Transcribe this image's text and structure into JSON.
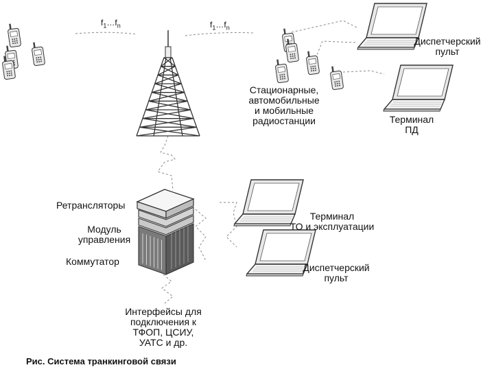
{
  "freq_left": {
    "f1": "f",
    "s1": "1",
    "dots": "…",
    "fn": "f",
    "sn": "n"
  },
  "freq_right": {
    "f1": "f",
    "s1": "1",
    "dots": "…",
    "fn": "f",
    "sn": "n"
  },
  "labels": {
    "dispatcher_top": [
      "Диспетчерский",
      "пульт"
    ],
    "stations": [
      "Стационарные,",
      "автомобильные",
      "и мобильные",
      "радиостанции"
    ],
    "terminal_pd": [
      "Терминал",
      "ПД"
    ],
    "repeaters": "Ретрансляторы",
    "control_module": [
      "Модуль",
      "управления"
    ],
    "switch": "Коммутатор",
    "terminal_to": [
      "Терминал",
      "ТО и эксплуатации"
    ],
    "dispatcher_bottom": [
      "Диспетчерский",
      "пульт"
    ],
    "interfaces": [
      "Интерфейсы для",
      "подключения к",
      "ТФОП, ЦСИУ,",
      "УАТС и др."
    ]
  },
  "caption": "Рис. Система транкинговой связи",
  "icons": {
    "tower": "radio-tower-icon",
    "radio": "handheld-radio-icon",
    "laptop": "laptop-icon",
    "server": "server-rack-icon"
  },
  "colors": {
    "line": "#333333",
    "dash": "#888888",
    "device_fill": "#f2f2f2",
    "device_dark": "#5a5a5a"
  }
}
